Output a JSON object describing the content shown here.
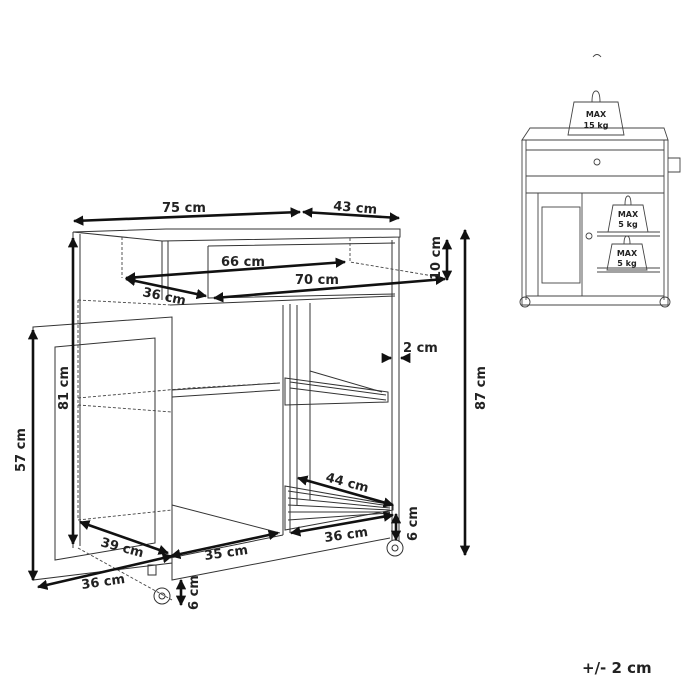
{
  "dimensions": {
    "width": "75 cm",
    "depth": "43 cm",
    "drawer_inner_width": "66 cm",
    "drawer_height": "10 cm",
    "drawer_width": "70 cm",
    "drawer_depth": "36 cm",
    "side_gap": "2 cm",
    "inner_height": "81 cm",
    "door_height": "57 cm",
    "total_height": "87 cm",
    "shelf_width": "44 cm",
    "shelf_depth": "36 cm",
    "wheel_height_right": "6 cm",
    "cabinet_depth": "39 cm",
    "cabinet_width": "35 cm",
    "door_width": "36 cm",
    "wheel_height_left": "6 cm"
  },
  "load_icon": {
    "top_max_label": "MAX",
    "top_max_value": "15 kg",
    "shelf1_max_label": "MAX",
    "shelf1_max_value": "5 kg",
    "shelf2_max_label": "MAX",
    "shelf2_max_value": "5 kg"
  },
  "tolerance": "+/- 2 cm"
}
